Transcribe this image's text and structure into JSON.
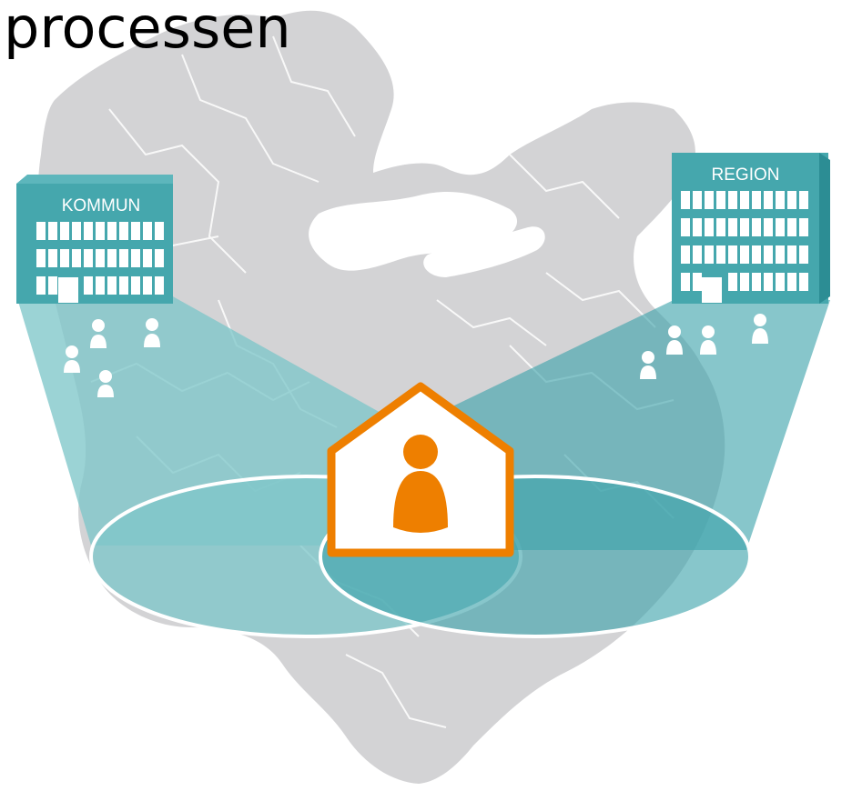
{
  "title": "processen",
  "buildings": {
    "left": {
      "label": "KOMMUN"
    },
    "right": {
      "label": "REGION"
    }
  },
  "colors": {
    "map": "#d3d3d5",
    "map_lines": "#ffffff",
    "teal_light": "#7fc6c9",
    "teal_dark": "#3ea3ab",
    "building": "#45a7ad",
    "building_dark": "#2c8d94",
    "house_border": "#ee7f00",
    "person": "#ee7f00"
  },
  "icons": [
    "map-icon",
    "building-icon",
    "house-icon",
    "person-icon"
  ]
}
